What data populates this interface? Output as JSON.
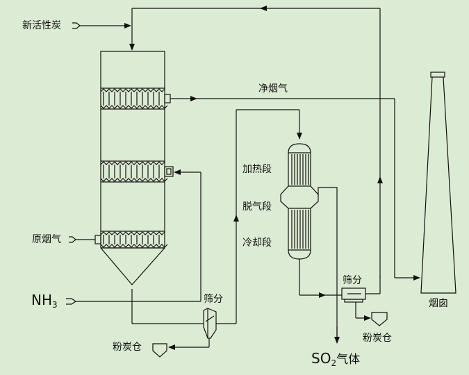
{
  "colors": {
    "background": "#dcebd3",
    "line": "#111111"
  },
  "labels": {
    "fresh_carbon": "新活性炭",
    "clean_gas": "净烟气",
    "raw_gas": "原烟气",
    "nh3_main": "NH",
    "nh3_sub": "3",
    "sieve_left": "筛分",
    "sieve_right": "筛分",
    "powder_left": "粉炭仓",
    "powder_right": "粉炭仓",
    "heating": "加热段",
    "degassing": "脱气段",
    "cooling": "冷却段",
    "so2_main": "SO",
    "so2_sub": "2",
    "so2_suffix": "气体",
    "chimney": "烟囱"
  }
}
